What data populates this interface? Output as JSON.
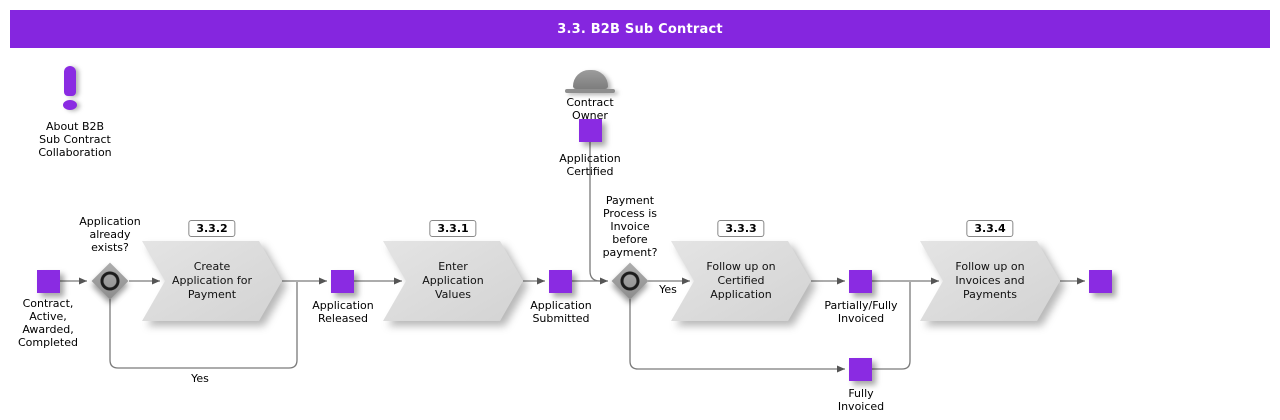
{
  "colors": {
    "accent": "#8A2BE2",
    "header_bg": "#8526DF",
    "header_text": "#FFFFFF",
    "shape_fill": "#DCDCDC",
    "gateway_fill": "#9A9A9A",
    "connector": "#7A7A7A",
    "text": "#000000"
  },
  "header": {
    "title": "3.3. B2B Sub Contract"
  },
  "about": {
    "icon": "exclamation-mark",
    "label": "About B2B\nSub Contract\nCollaboration"
  },
  "steps": [
    {
      "id": "3.3.2",
      "title": "Create\nApplication for\nPayment"
    },
    {
      "id": "3.3.1",
      "title": "Enter\nApplication\nValues"
    },
    {
      "id": "3.3.3",
      "title": "Follow up on\nCertified\nApplication"
    },
    {
      "id": "3.3.4",
      "title": "Follow up on\nInvoices and\nPayments"
    }
  ],
  "events": {
    "start": {
      "label": "Contract,\nActive,\nAwarded,\nCompleted"
    },
    "application_released": {
      "label": "Application\nReleased"
    },
    "application_submitted": {
      "label": "Application\nSubmitted"
    },
    "application_certified": {
      "label": "Application\nCertified"
    },
    "partially_fully_invoiced": {
      "label": "Partially/Fully\nInvoiced"
    },
    "fully_invoiced": {
      "label": "Fully\nInvoiced"
    },
    "end": {
      "label": ""
    }
  },
  "gateways": {
    "g1": {
      "question": "Application\nalready\nexists?",
      "yes_label": "Yes"
    },
    "g2": {
      "question": "Payment\nProcess is\nInvoice\nbefore\npayment?",
      "yes_label": "Yes"
    }
  },
  "roles": {
    "contract_owner": {
      "label": "Contract\nOwner"
    }
  }
}
